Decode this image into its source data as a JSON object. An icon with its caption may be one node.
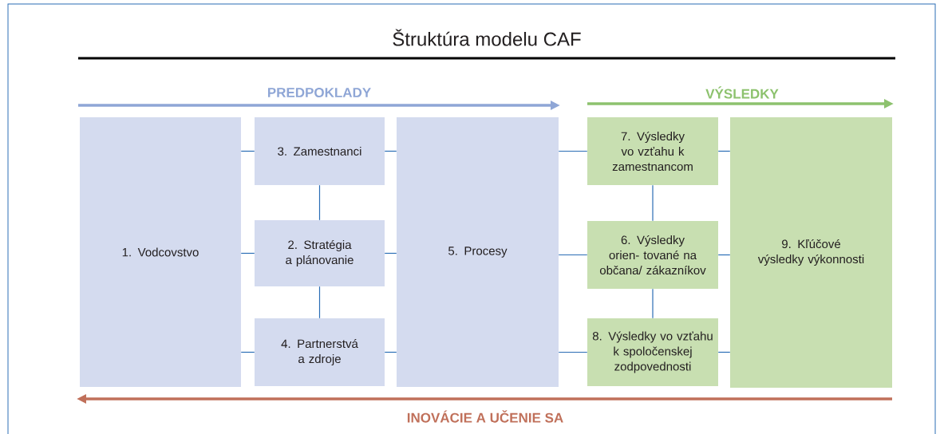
{
  "diagram": {
    "title": "Štruktúra modelu CAF",
    "nodes": [
      {
        "text": [
          "1. Vodcovstvo"
        ]
      },
      {
        "text": [
          "3. Zamestnanci"
        ]
      },
      {
        "text": [
          "2. Stratégia a plánovanie"
        ]
      },
      {
        "text": [
          "4. Partnerstvá a zdroje"
        ]
      },
      {
        "text": [
          "5. Procesy"
        ]
      },
      {
        "text": [
          "7. Výsledky vo vzťahu k zamestnancom"
        ]
      },
      {
        "text": [
          "6. Výsledky orien- tované na občana/ zákazníkov"
        ]
      },
      {
        "text": [
          "8. Výsledky vo vzťahu k spoločenskej zodpovednosti"
        ]
      },
      {
        "text": [
          "9. Kľúčové výsledky výkonnosti"
        ]
      }
    ],
    "edges": [
      {
        "from": 0,
        "to": 1,
        "arrow": "none"
      },
      {
        "from": 0,
        "to": 2,
        "arrow": "none"
      },
      {
        "from": 0,
        "to": 3,
        "arrow": "none"
      },
      {
        "from": 1,
        "to": 2,
        "arrow": "none"
      },
      {
        "from": 2,
        "to": 3,
        "arrow": "none"
      },
      {
        "from": 1,
        "to": 4,
        "arrow": "none"
      },
      {
        "from": 2,
        "to": 4,
        "arrow": "none"
      },
      {
        "from": 3,
        "to": 4,
        "arrow": "none"
      },
      {
        "from": 4,
        "to": 5,
        "arrow": "none"
      },
      {
        "from": 4,
        "to": 6,
        "arrow": "none"
      },
      {
        "from": 4,
        "to": 7,
        "arrow": "none"
      },
      {
        "from": 5,
        "to": 6,
        "arrow": "none"
      },
      {
        "from": 6,
        "to": 7,
        "arrow": "none"
      },
      {
        "from": 5,
        "to": 8,
        "arrow": "none"
      },
      {
        "from": 6,
        "to": 8,
        "arrow": "none"
      },
      {
        "from": 7,
        "to": 8,
        "arrow": "none"
      }
    ],
    "labels": [
      "PREDPOKLADY",
      "VÝSLEDKY",
      "INOVÁCIE A UČENIE SA"
    ]
  }
}
